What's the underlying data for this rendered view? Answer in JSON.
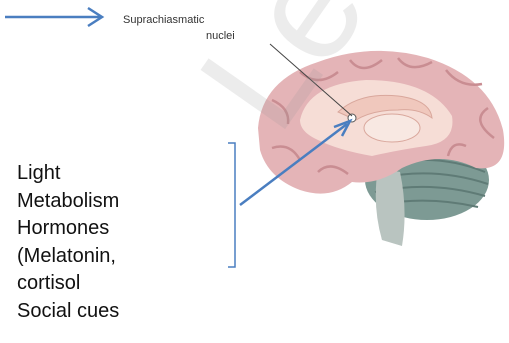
{
  "labels": {
    "structure_line1": "Suprachiasmatic",
    "structure_line2": "nuclei"
  },
  "factors": [
    "Light",
    "Metabolism",
    "Hormones",
    "(Melatonin,",
    "cortisol",
    "Social cues"
  ],
  "watermark": "Learn",
  "colors": {
    "arrow": "#4a7ec0",
    "bracket": "#4a7ec0",
    "brain_cortex": "#e4b4b7",
    "brain_fold": "#c98d92",
    "cerebellum": "#7d9a94",
    "corpus_callosum": "#f4d6cf"
  }
}
